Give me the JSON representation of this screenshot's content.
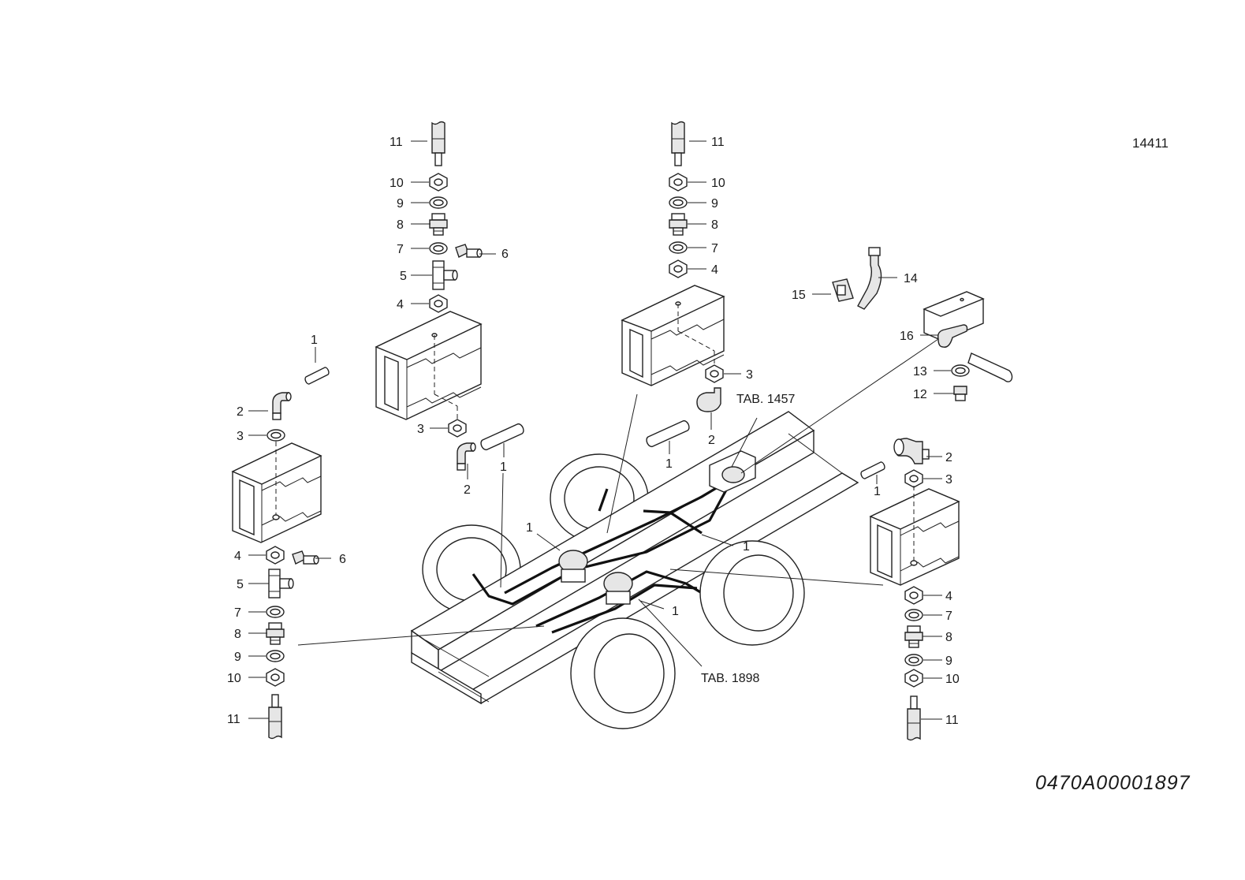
{
  "sheet_number": "14411",
  "document_id": "0470A00001897",
  "references": {
    "tab_1457": "TAB. 1457",
    "tab_1898": "TAB. 1898"
  },
  "callouts": {
    "n1": "1",
    "n2": "2",
    "n3": "3",
    "n4": "4",
    "n5": "5",
    "n6": "6",
    "n7": "7",
    "n8": "8",
    "n9": "9",
    "n10": "10",
    "n11": "11",
    "n12": "12",
    "n13": "13",
    "n14": "14",
    "n15": "15",
    "n16": "16"
  }
}
